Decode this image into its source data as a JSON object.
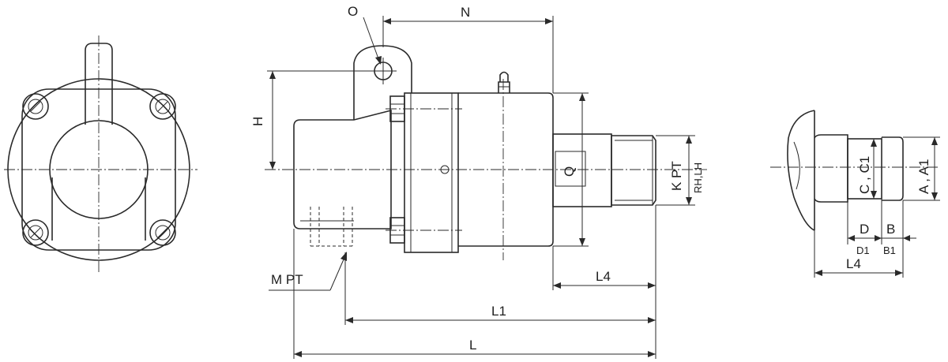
{
  "labels": {
    "O": "O",
    "N": "N",
    "H": "H",
    "Q": "Q",
    "K_PT": "K PT",
    "RH_LH": "RH,LH",
    "M_PT": "M PT",
    "L4_side": "L4",
    "L1": "L1",
    "L": "L",
    "C_C1": "C , C1",
    "A_A1": "A , A1",
    "D": "D",
    "B": "B",
    "D1": "D1",
    "B1": "B1",
    "L4_end": "L4"
  }
}
